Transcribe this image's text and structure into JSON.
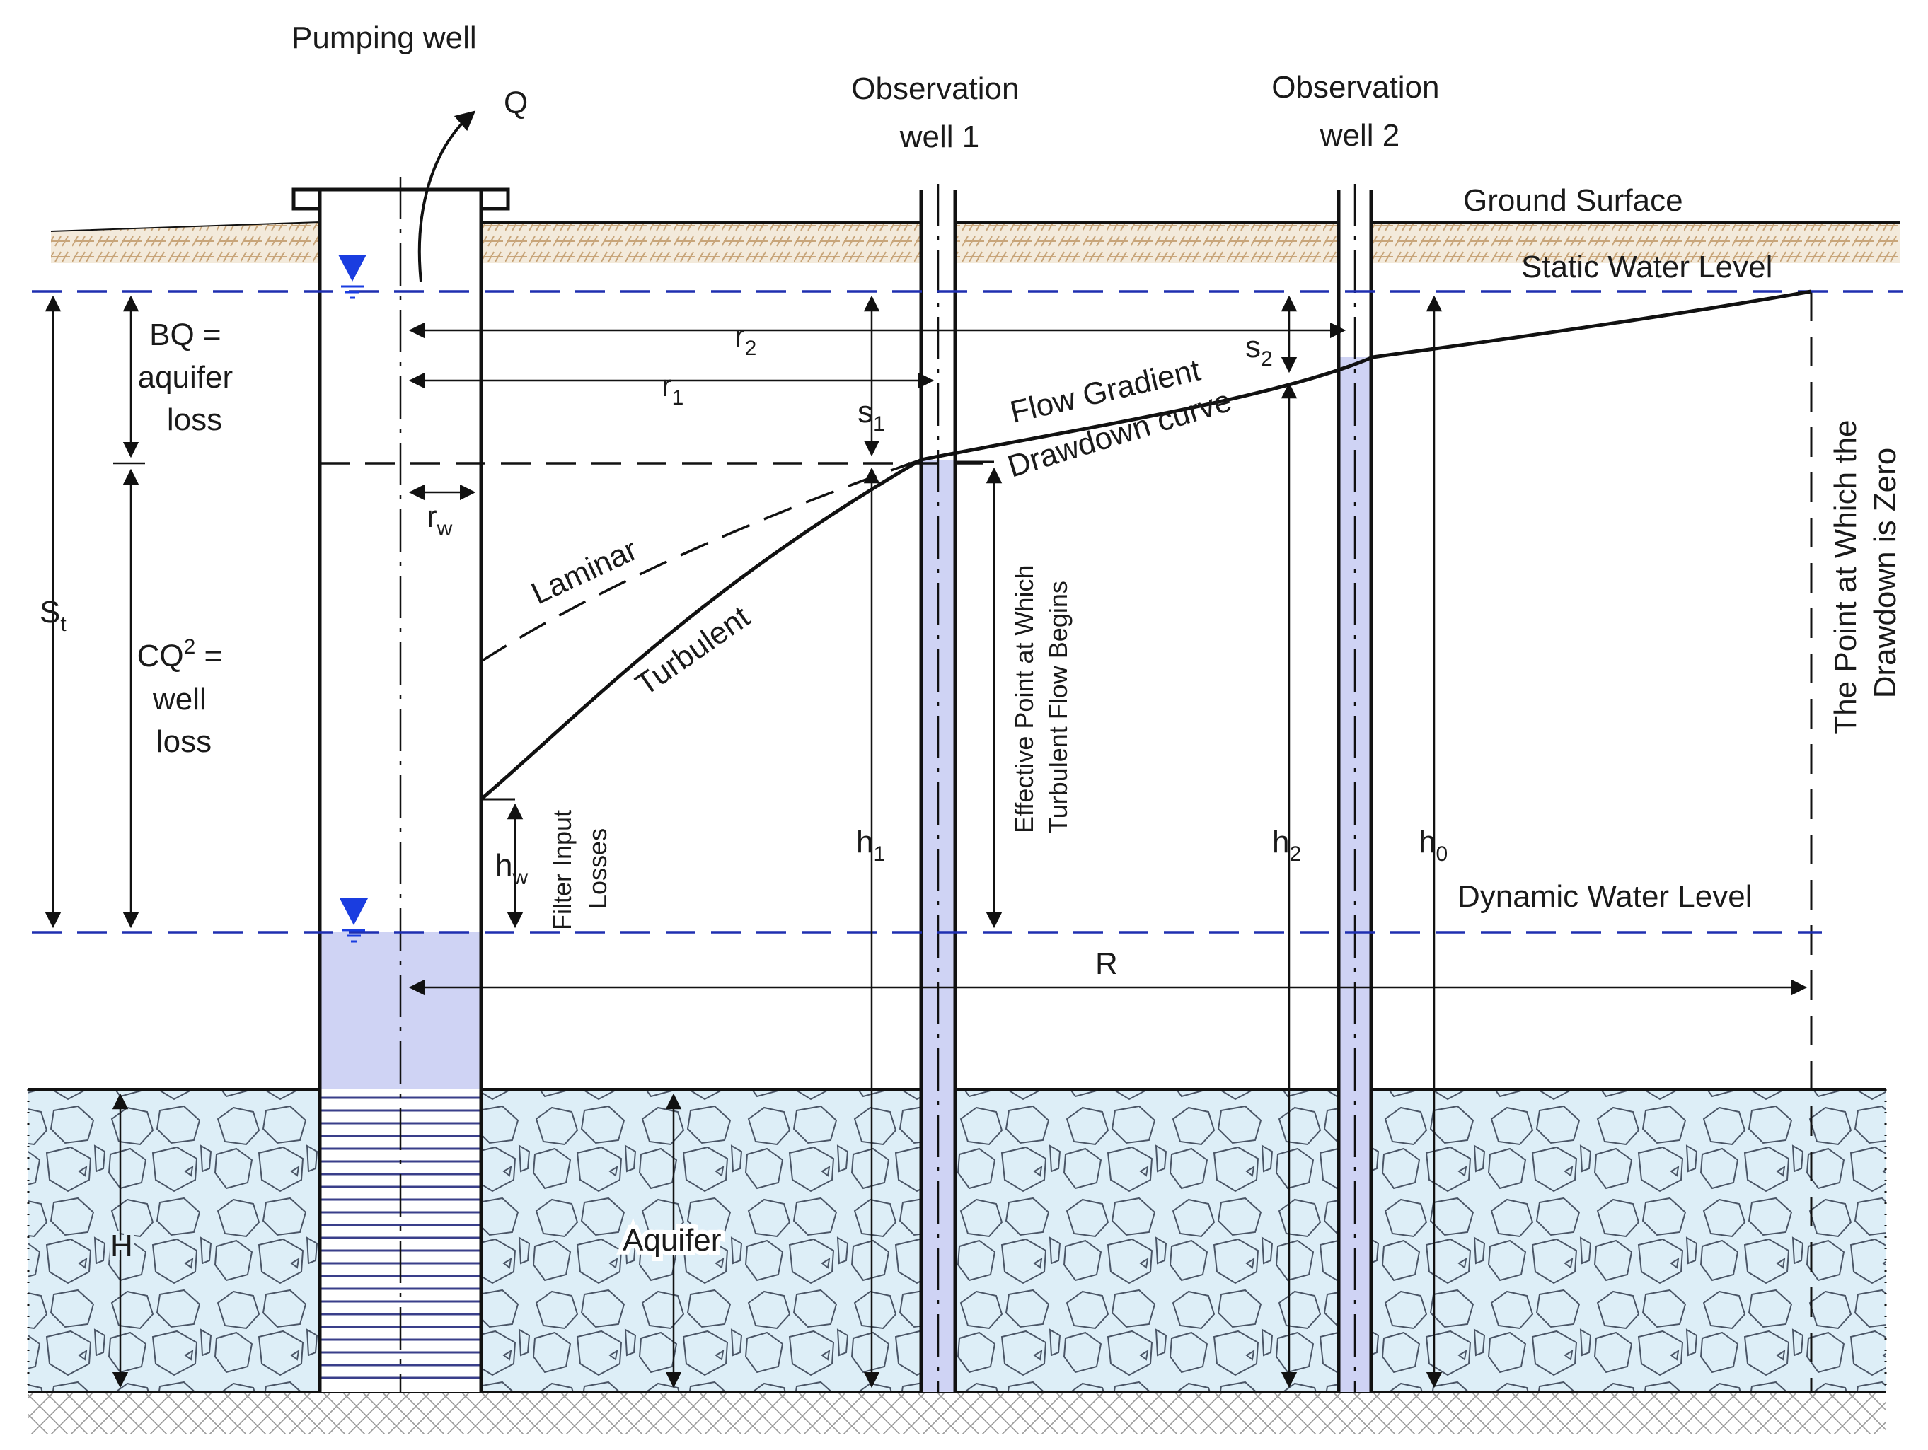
{
  "labels": {
    "pumping_well": "Pumping well",
    "q": "Q",
    "obs_well_1_line1": "Observation",
    "obs_well_1_line2": "well 1",
    "obs_well_2_line1": "Observation",
    "obs_well_2_line2": "well 2",
    "ground_surface": "Ground Surface",
    "static_water_level": "Static Water Level",
    "dynamic_water_level": "Dynamic Water Level",
    "bq_line1": "BQ =",
    "bq_line2": "aquifer",
    "bq_line3": "loss",
    "cq_line1_main": "CQ",
    "cq_line1_sup": "2",
    "cq_line1_tail": " =",
    "cq_line2": "well",
    "cq_line3": "loss",
    "st_main": "S",
    "st_sub": "t",
    "r2_main": "r",
    "r2_sub": "2",
    "r1_main": "r",
    "r1_sub": "1",
    "rw_main": "r",
    "rw_sub": "w",
    "s1_main": "s",
    "s1_sub": "1",
    "s2_main": "s",
    "s2_sub": "2",
    "h1_main": "h",
    "h1_sub": "1",
    "h2_main": "h",
    "h2_sub": "2",
    "h0_main": "h",
    "h0_sub": "0",
    "hw_main": "h",
    "hw_sub": "w",
    "flow_gradient": "Flow Gradient",
    "drawdown_curve": "Drawdown curve",
    "laminar": "Laminar",
    "turbulent": "Turbulent",
    "effective_line1": "Effective Point at Which",
    "effective_line2": "Turbulent Flow Begins",
    "filter_line1": "Filter Input",
    "filter_line2": "Losses",
    "zero_line1": "The Point at Which the",
    "zero_line2": "Drawdown is Zero",
    "r_big": "R",
    "h_big": "H",
    "aquifer": "Aquifer"
  },
  "colors": {
    "water_fill": "#cfd3f4",
    "aquifer_fill": "#ddeef7",
    "water_line": "#1f2fb0",
    "water_marker": "#1a3de0",
    "soil": "#c8a57a"
  }
}
